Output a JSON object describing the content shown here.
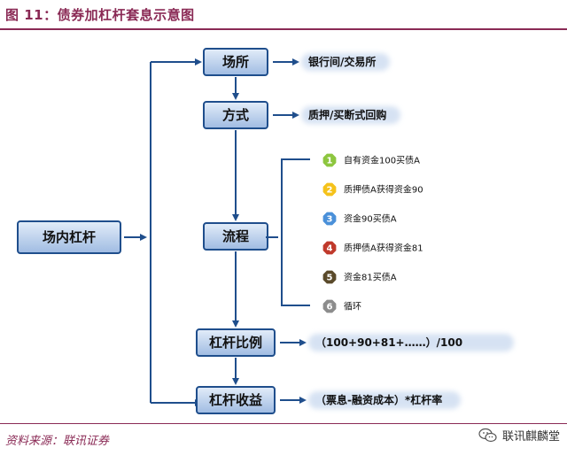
{
  "figure": {
    "title": "图 11：债券加杠杆套息示意图",
    "source": "资料来源：联讯证券",
    "watermark": "联讯麒麟堂"
  },
  "root_node": {
    "label": "场内杠杆"
  },
  "flow_nodes": [
    {
      "id": "venue",
      "label": "场所",
      "result": "银行间/交易所"
    },
    {
      "id": "method",
      "label": "方式",
      "result": "质押/买断式回购"
    },
    {
      "id": "process",
      "label": "流程",
      "result": ""
    },
    {
      "id": "ratio",
      "label": "杠杆比例",
      "result": "（100+90+81+……）/100"
    },
    {
      "id": "return",
      "label": "杠杆收益",
      "result": "（票息-融资成本）*杠杆率"
    }
  ],
  "process_steps": [
    {
      "num": "1",
      "text": "自有资金100买债A",
      "color": "#8dc63f"
    },
    {
      "num": "2",
      "text": "质押债A获得资金90",
      "color": "#f5c21a"
    },
    {
      "num": "3",
      "text": "资金90买债A",
      "color": "#4a90d9"
    },
    {
      "num": "4",
      "text": "质押债A获得资金81",
      "color": "#c0392b"
    },
    {
      "num": "5",
      "text": "资金81买债A",
      "color": "#5a4a2a"
    },
    {
      "num": "6",
      "text": "循环",
      "color": "#8c8c8c"
    }
  ],
  "colors": {
    "box_fill_top": "#d9e6f6",
    "box_fill_bottom": "#a9c3e6",
    "box_stroke": "#1f4e8c",
    "arrow": "#1f4e8c",
    "accent": "#8a2a55"
  }
}
